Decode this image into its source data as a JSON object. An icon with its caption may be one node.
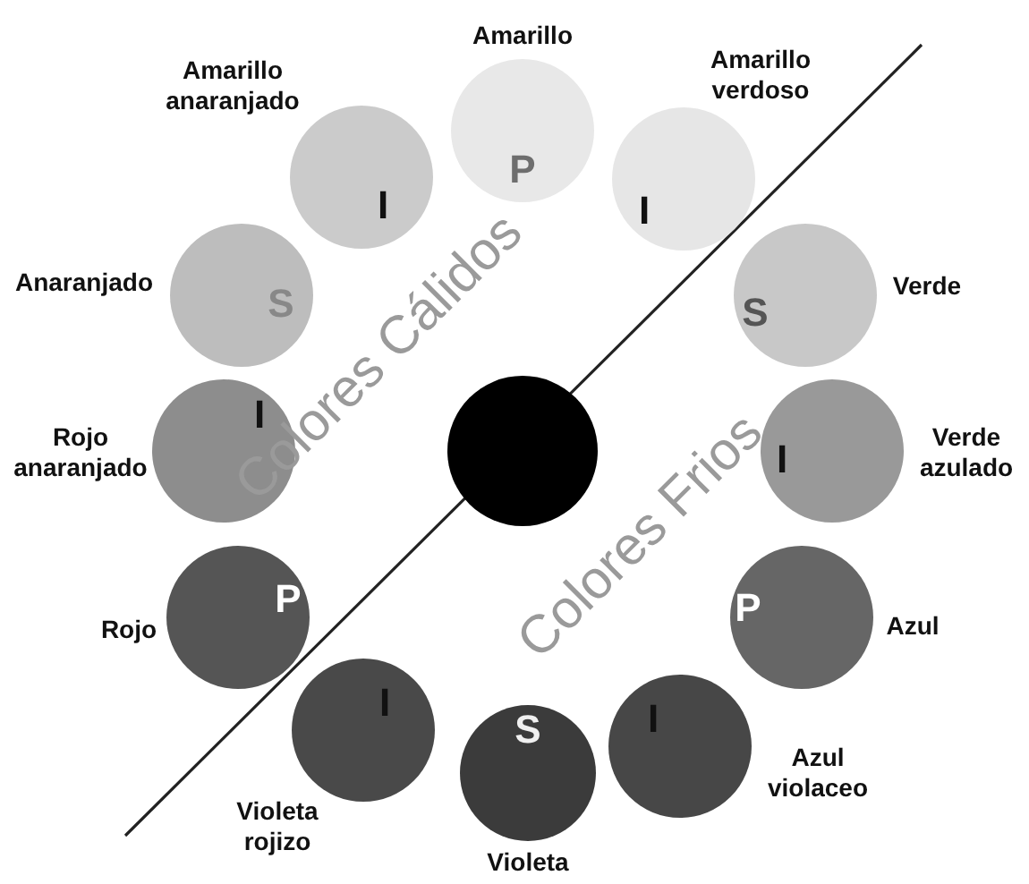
{
  "diagram": {
    "nodes": [
      {
        "text": [
          "P"
        ],
        "beside": [
          "Amarillo"
        ]
      },
      {
        "text": [
          "I"
        ],
        "beside": [
          "Amarillo anaranjado"
        ]
      },
      {
        "text": [
          "I"
        ],
        "beside": [
          "Amarillo verdoso"
        ]
      },
      {
        "text": [
          "S"
        ],
        "beside": [
          "Anaranjado"
        ]
      },
      {
        "text": [
          "S"
        ],
        "beside": [
          "Verde"
        ]
      },
      {
        "text": [
          "I"
        ],
        "beside": [
          "Rojo anaranjado"
        ]
      },
      {
        "text": [],
        "shape": "circle"
      },
      {
        "text": [
          "I"
        ],
        "beside": [
          "Verde azulado"
        ]
      },
      {
        "text": [
          "P"
        ],
        "beside": [
          "Rojo"
        ]
      },
      {
        "text": [
          "P"
        ],
        "beside": [
          "Azul"
        ]
      },
      {
        "text": [
          "I"
        ],
        "beside": [
          "Violeta rojizo"
        ]
      },
      {
        "text": [
          "I"
        ],
        "beside": [
          "Azul violaceo"
        ]
      },
      {
        "text": [
          "S"
        ],
        "beside": [
          "Violeta"
        ]
      }
    ],
    "labels": [
      "Colores Cálidos",
      "Colores Frios"
    ]
  }
}
